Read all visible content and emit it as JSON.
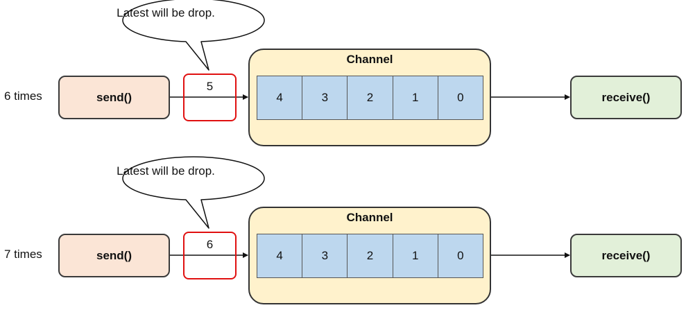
{
  "rows": [
    {
      "times_label": "6 times",
      "send_label": "send()",
      "incoming_value": "5",
      "bubble_text": "Latest will be drop.",
      "channel_title": "Channel",
      "slots": [
        "4",
        "3",
        "2",
        "1",
        "0"
      ],
      "receive_label": "receive()"
    },
    {
      "times_label": "7 times",
      "send_label": "send()",
      "incoming_value": "6",
      "bubble_text": "Latest will be drop.",
      "channel_title": "Channel",
      "slots": [
        "4",
        "3",
        "2",
        "1",
        "0"
      ],
      "receive_label": "receive()"
    }
  ],
  "colors": {
    "send_fill": "#fbe5d6",
    "receive_fill": "#e2f0d9",
    "channel_fill": "#fff2cc",
    "slot_fill": "#bdd7ee",
    "highlight_border": "#e01010"
  }
}
